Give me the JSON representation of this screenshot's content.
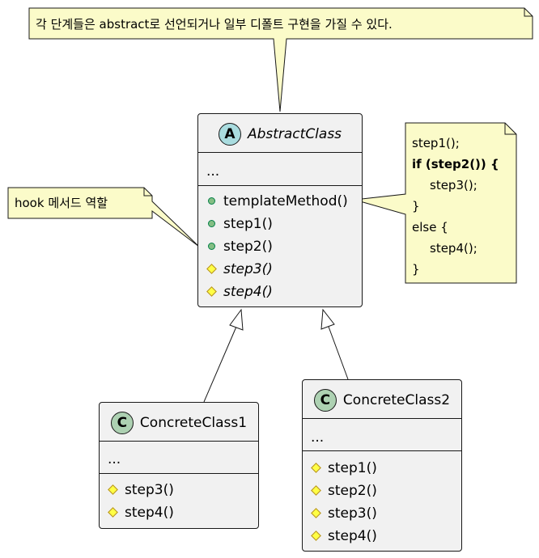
{
  "notes": {
    "top": "각 단계들은 abstract로 선언되거나 일부 디폴트 구현을 가질 수 있다.",
    "hook": "hook 메서드 역할",
    "code_lines": [
      "step1();",
      "if (step2()) {",
      "step3();",
      "}",
      "else {",
      "step4();",
      "}"
    ]
  },
  "classes": {
    "abstract": {
      "badge": "A",
      "name": "AbstractClass",
      "fields": "...",
      "methods": [
        "templateMethod()",
        "step1()",
        "step2()",
        "step3()",
        "step4()"
      ]
    },
    "concrete1": {
      "badge": "C",
      "name": "ConcreteClass1",
      "fields": "...",
      "methods": [
        "step3()",
        "step4()"
      ]
    },
    "concrete2": {
      "badge": "C",
      "name": "ConcreteClass2",
      "fields": "...",
      "methods": [
        "step1()",
        "step2()",
        "step3()",
        "step4()"
      ]
    }
  },
  "colors": {
    "note_fill": "#fbfbc9",
    "class_fill": "#f1f1f1",
    "border": "#181818",
    "abstract_badge": "#a9dcdf",
    "concrete_badge": "#add1b2",
    "public_dot": "#84be84",
    "protected_diamond": "#ffff44"
  }
}
